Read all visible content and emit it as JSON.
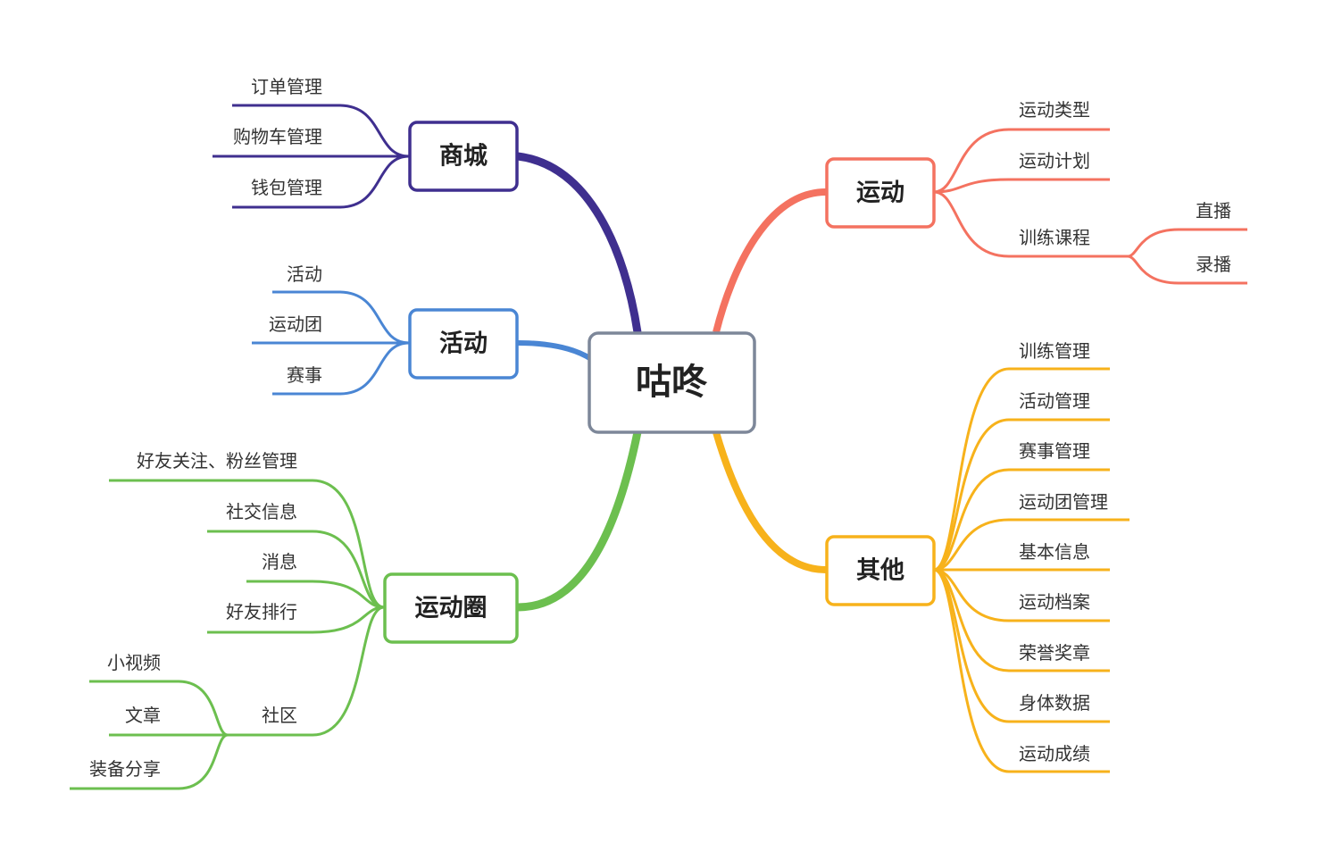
{
  "root": {
    "label": "咕咚"
  },
  "branches": {
    "shop": {
      "label": "商城",
      "color": "#3f2f8f",
      "children": [
        "订单管理",
        "购物车管理",
        "钱包管理"
      ]
    },
    "event": {
      "label": "活动",
      "color": "#4a86d4",
      "children": [
        "活动",
        "运动团",
        "赛事"
      ]
    },
    "circle": {
      "label": "运动圈",
      "color": "#6cbf4f",
      "children": [
        "好友关注、粉丝管理",
        "社交信息",
        "消息",
        "好友排行",
        "社区"
      ],
      "community": [
        "小视频",
        "文章",
        "装备分享"
      ]
    },
    "sport": {
      "label": "运动",
      "color": "#f47260",
      "children": [
        "运动类型",
        "运动计划",
        "训练课程"
      ],
      "course": [
        "直播",
        "录播"
      ]
    },
    "other": {
      "label": "其他",
      "color": "#f7b21b",
      "children": [
        "训练管理",
        "活动管理",
        "赛事管理",
        "运动团管理",
        "基本信息",
        "运动档案",
        "荣誉奖章",
        "身体数据",
        "运动成绩"
      ]
    }
  }
}
